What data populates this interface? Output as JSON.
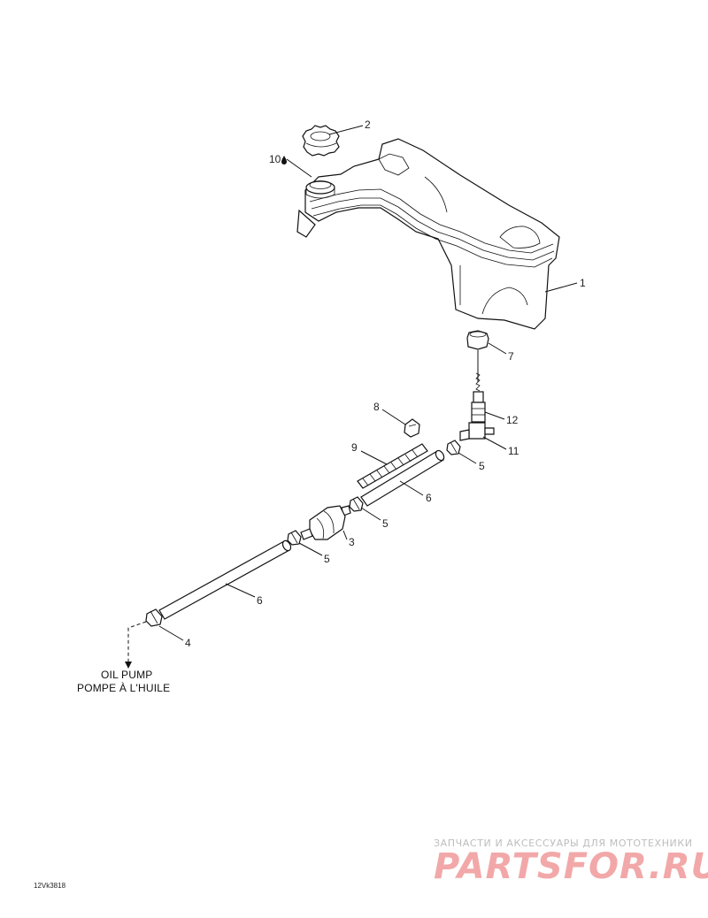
{
  "callouts": {
    "c1": "1",
    "c2": "2",
    "c3": "3",
    "c4": "4",
    "c5a": "5",
    "c5b": "5",
    "c5c": "5",
    "c6a": "6",
    "c6b": "6",
    "c7": "7",
    "c8": "8",
    "c9": "9",
    "c10": "10",
    "c11": "11",
    "c12": "12"
  },
  "note": {
    "line1": "OIL PUMP",
    "line2": "POMPE À L'HUILE"
  },
  "figure_code": "12Vk3818",
  "watermark": {
    "tagline": "ЗАПЧАСТИ И АКСЕССУАРЫ ДЛЯ МОТОТЕХНИКИ",
    "logo": "PARTSFOR.RU"
  }
}
